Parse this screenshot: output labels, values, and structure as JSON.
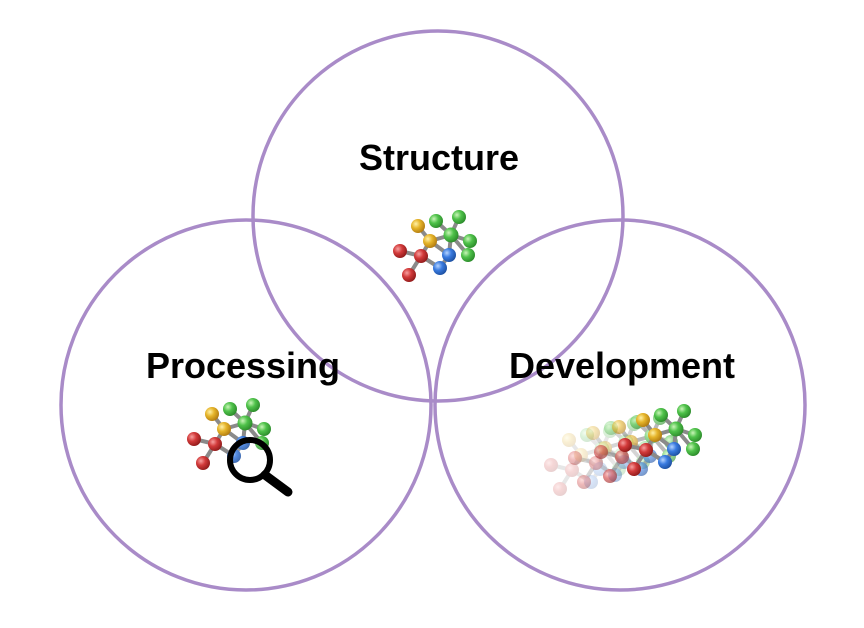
{
  "diagram": {
    "circle_color": "#a98bc8",
    "labels": {
      "structure": "Structure",
      "processing": "Processing",
      "development": "Development"
    },
    "atom_colors": {
      "green": "#4fc24a",
      "yellow": "#e6b52a",
      "red": "#d23a3a",
      "blue": "#3a7be0"
    },
    "icons": {
      "structure": "molecule-icon",
      "processing": "molecule-magnifier-icon",
      "development": "molecule-animation-icon"
    }
  }
}
